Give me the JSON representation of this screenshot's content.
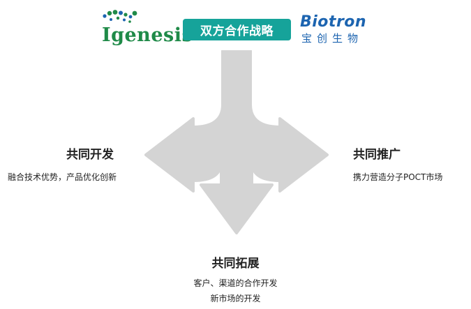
{
  "header": {
    "logo_left_text": "Igenesis",
    "badge_text": "双方合作战略",
    "logo_right_en": "Biotron",
    "logo_right_cn": "宝创生物"
  },
  "colors": {
    "igenesis_green": "#1f8a48",
    "igenesis_blue": "#1c64b0",
    "badge_teal": "#16a39a",
    "biotron_blue": "#1c64b0",
    "arrow_gray": "#d4d4d4",
    "text": "#222222"
  },
  "strategies": {
    "left": {
      "title": "共同开发",
      "desc": "融合技术优势，产品优化创新"
    },
    "right": {
      "title": "共同推广",
      "desc": "携力营造分子POCT市场"
    },
    "bottom": {
      "title": "共同拓展",
      "desc_line1": "客户、渠道的合作开发",
      "desc_line2": "新市场的开发"
    }
  }
}
